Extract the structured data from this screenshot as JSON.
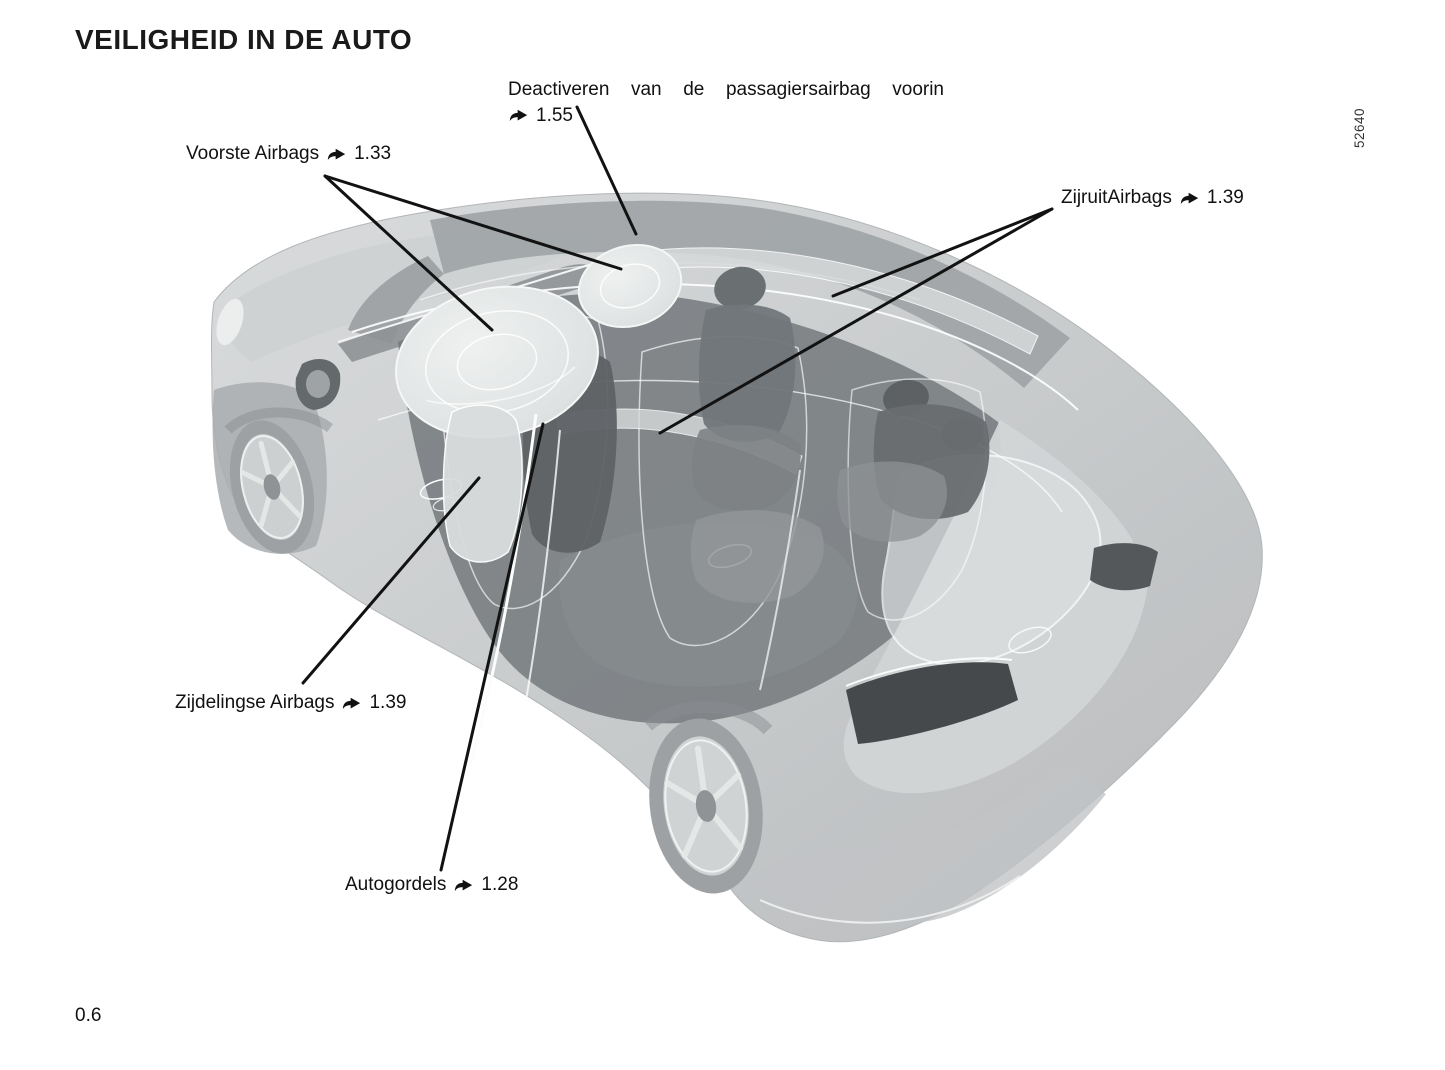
{
  "page": {
    "title": "VEILIGHEID IN DE AUTO",
    "page_number": "0.6",
    "figure_number": "52640"
  },
  "callouts": {
    "deactivate_passenger_airbag": {
      "text": "Deactiveren van de passagiersairbag voorin",
      "ref": "1.55"
    },
    "front_airbags": {
      "text": "Voorste Airbags",
      "ref": "1.33"
    },
    "window_airbags": {
      "text": "ZijruitAirbags",
      "ref": "1.39"
    },
    "side_airbags": {
      "text": "Zijdelingse Airbags",
      "ref": "1.39"
    },
    "seat_belts": {
      "text": "Autogordels",
      "ref": "1.28"
    }
  },
  "colors": {
    "text": "#111111",
    "leader_line": "#121212",
    "body_gray": "#c6c9ca",
    "roof_gray": "#a0a4a6",
    "cabin_gray": "#74797c",
    "rear_deck_gray": "#d2d5d6",
    "taillight_dark": "#45494c",
    "highlight_white": "#ffffff"
  }
}
